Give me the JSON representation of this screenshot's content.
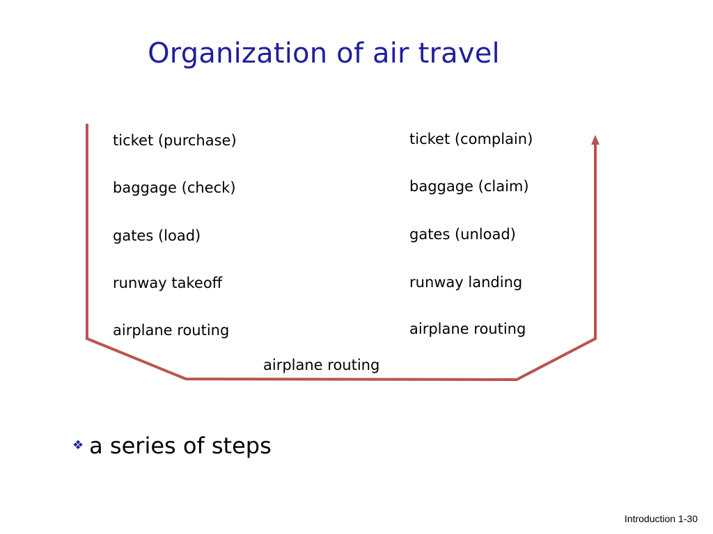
{
  "slide": {
    "title": "Organization of air travel",
    "departure_steps": [
      "ticket (purchase)",
      "baggage (check)",
      "gates (load)",
      "runway takeoff",
      "airplane routing"
    ],
    "arrival_steps": [
      "ticket (complain)",
      "baggage (claim)",
      "gates (unload)",
      "runway landing",
      "airplane routing"
    ],
    "transit_label": "airplane routing",
    "bullet": {
      "icon": "diamond-bullet-icon",
      "text": "a series of steps"
    },
    "footer": "Introduction 1-30"
  },
  "colors": {
    "title": "#1f1f9c",
    "flow_line": "#b85450",
    "bullet": "#1f1f9c"
  }
}
